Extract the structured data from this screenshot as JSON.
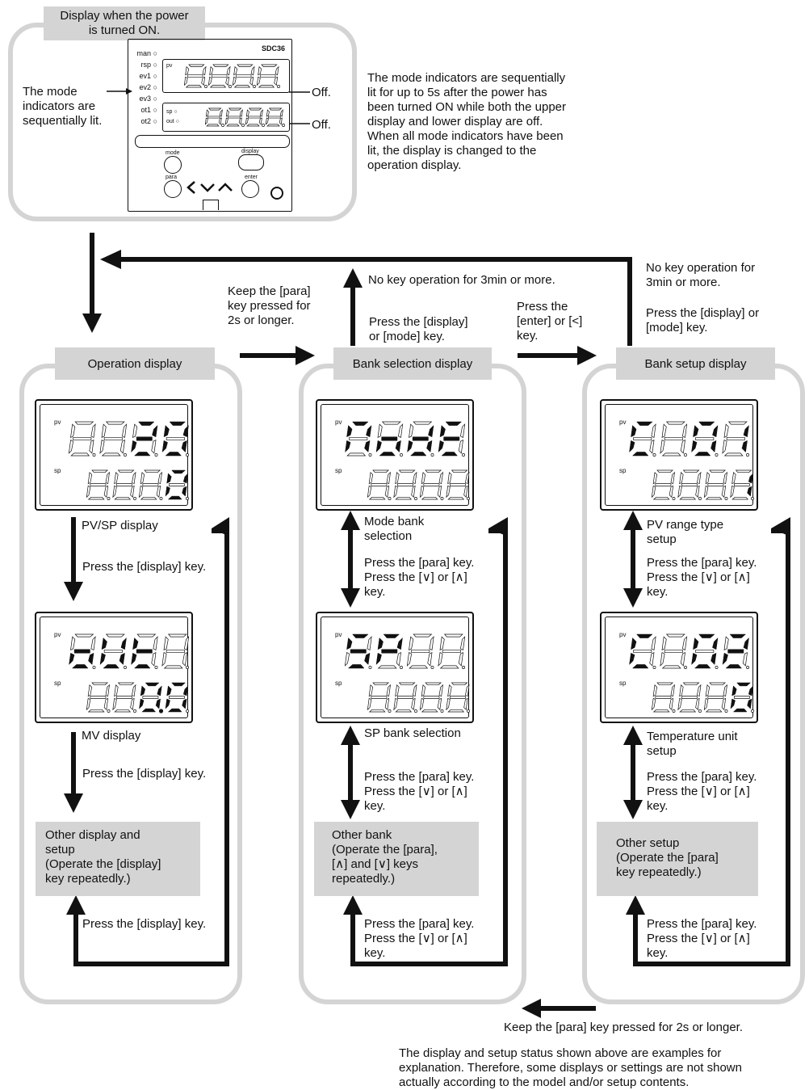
{
  "power_on": {
    "title": "Display when the power is turned ON.",
    "title_line1": "Display when the power",
    "title_line2": "is turned ON.",
    "left_note_l1": "The mode",
    "left_note_l2": "indicators are",
    "left_note_l3": "sequentially lit.",
    "off_upper": "Off.",
    "off_lower": "Off.",
    "description_l1": "The mode indicators are sequentially",
    "description_l2": "lit for up to 5s after the power has",
    "description_l3": "been turned ON while both the upper",
    "description_l4": "display and lower display are off.",
    "description_l5": "When all mode indicators have been",
    "description_l6": "lit, the display is changed to the",
    "description_l7": "operation display.",
    "device": {
      "model": "SDC36",
      "indicators": [
        "man",
        "rsp",
        "ev1",
        "ev2",
        "ev3",
        "ot1",
        "ot2"
      ],
      "pv_label": "pv",
      "sp_label": "sp",
      "out_label": "out",
      "keys": {
        "mode": "mode",
        "display": "display",
        "para": "para",
        "enter": "enter"
      }
    }
  },
  "transitions": {
    "keep_para_l1": "Keep the [para]",
    "keep_para_l2": "key pressed for",
    "keep_para_l3": "2s or longer.",
    "no_key_3min_mid": "No key operation for 3min or more.",
    "press_display_mode_l1": "Press the [display]",
    "press_display_mode_l2": "or [mode] key.",
    "press_enter_l1": "Press the",
    "press_enter_l2": "[enter] or [<]",
    "press_enter_l3": "key.",
    "no_key_right_l1": "No key operation for",
    "no_key_right_l2": "3min or more.",
    "press_right_l1": "Press the [display] or",
    "press_right_l2": "[mode] key.",
    "bottom_keep_para": "Keep the [para] key pressed for 2s or longer."
  },
  "columns": {
    "operation": {
      "title": "Operation display",
      "lcd1": {
        "pv": "pv",
        "sp": "sp",
        "top": "20",
        "bottom": "0"
      },
      "label1": "PV/SP display",
      "press1": "Press the [display] key.",
      "lcd2": {
        "pv": "pv",
        "sp": "sp",
        "top": "oUt",
        "bottom": "0.0"
      },
      "label2": "MV display",
      "press2": "Press the [display] key.",
      "other_l1": "Other display and",
      "other_l2": "setup",
      "other_l3": "(Operate the [display]",
      "other_l4": "key repeatedly.)",
      "press3": "Press the [display] key."
    },
    "bank_selection": {
      "title": "Bank selection display",
      "lcd1": {
        "pv": "pv",
        "sp": "sp",
        "top": "ModE",
        "bottom": ""
      },
      "label1_l1": "Mode bank",
      "label1_l2": "selection",
      "press1_l1": "Press the [para] key.",
      "press1_l2": "Press the [∨] or [∧]",
      "press1_l3": "key.",
      "lcd2": {
        "pv": "pv",
        "sp": "sp",
        "top": "SP",
        "bottom": ""
      },
      "label2": "SP bank selection",
      "press2_l1": "Press the [para] key.",
      "press2_l2": "Press the [∨] or [∧]",
      "press2_l3": "key.",
      "other_l1": "Other bank",
      "other_l2": "(Operate the [para],",
      "other_l3": "[∧] and [∨] keys",
      "other_l4": "repeatedly.)",
      "press3_l1": "Press the [para] key.",
      "press3_l2": "Press the [∨] or [∧]",
      "press3_l3": "key."
    },
    "bank_setup": {
      "title": "Bank setup display",
      "lcd1": {
        "pv": "pv",
        "sp": "sp",
        "top": "C01",
        "bottom": "1"
      },
      "label1_l1": "PV range type",
      "label1_l2": "setup",
      "press1_l1": "Press the [para] key.",
      "press1_l2": "Press the [∨] or [∧]",
      "press1_l3": "key.",
      "lcd2": {
        "pv": "pv",
        "sp": "sp",
        "top": "C02",
        "bottom": "0"
      },
      "label2_l1": "Temperature unit",
      "label2_l2": "setup",
      "press2_l1": "Press the [para] key.",
      "press2_l2": "Press the [∨] or [∧]",
      "press2_l3": "key.",
      "other_l1": "Other setup",
      "other_l2": "(Operate the [para]",
      "other_l3": "key repeatedly.)",
      "press3_l1": "Press the [para] key.",
      "press3_l2": "Press the [∨] or [∧]",
      "press3_l3": "key."
    }
  },
  "footnote_l1": "The display and setup status shown above are examples for",
  "footnote_l2": "explanation.  Therefore, some displays or settings are not shown",
  "footnote_l3": "actually according to the model and/or setup contents.",
  "colors": {
    "panel_border": "#d4d4d4",
    "box_fill": "#d4d4d4",
    "ink": "#111111"
  }
}
